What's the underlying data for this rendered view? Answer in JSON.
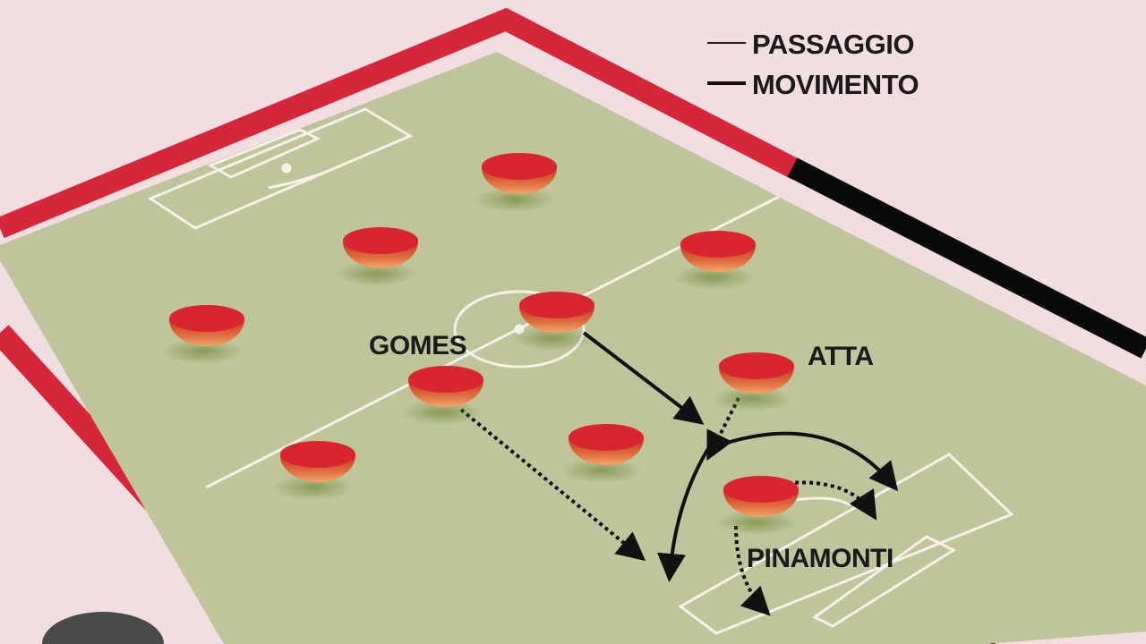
{
  "legend": {
    "pass_label": "PASSAGGIO",
    "move_label": "MOVIMENTO"
  },
  "players": [
    {
      "label": ""
    },
    {
      "label": ""
    },
    {
      "label": ""
    },
    {
      "label": ""
    },
    {
      "label": ""
    },
    {
      "label": "ATTA"
    },
    {
      "label": "GOMES"
    },
    {
      "label": ""
    },
    {
      "label": ""
    },
    {
      "label": "PINAMONTI"
    }
  ],
  "labels": {
    "gomes": "GOMES",
    "atta": "ATTA",
    "pinamonti": "PINAMONTI"
  },
  "colors": {
    "background": "#f2dde0",
    "pitch": "#bfc49a",
    "frame_red": "#d6263a",
    "frame_black": "#0a0a0a",
    "player": "#d9252f"
  }
}
